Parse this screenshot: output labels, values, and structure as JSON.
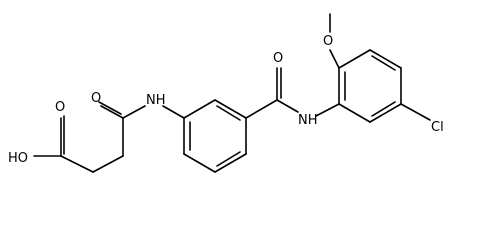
{
  "molecule": {
    "atoms": {
      "hydroxyl": "HO",
      "carboxyl_oxygen": "O",
      "amide_oxygen_left": "O",
      "amide_nitrogen_left": "NH",
      "amide_oxygen_right": "O",
      "amide_nitrogen_right": "NH",
      "methoxy_oxygen": "O",
      "chlorine": "Cl"
    }
  }
}
